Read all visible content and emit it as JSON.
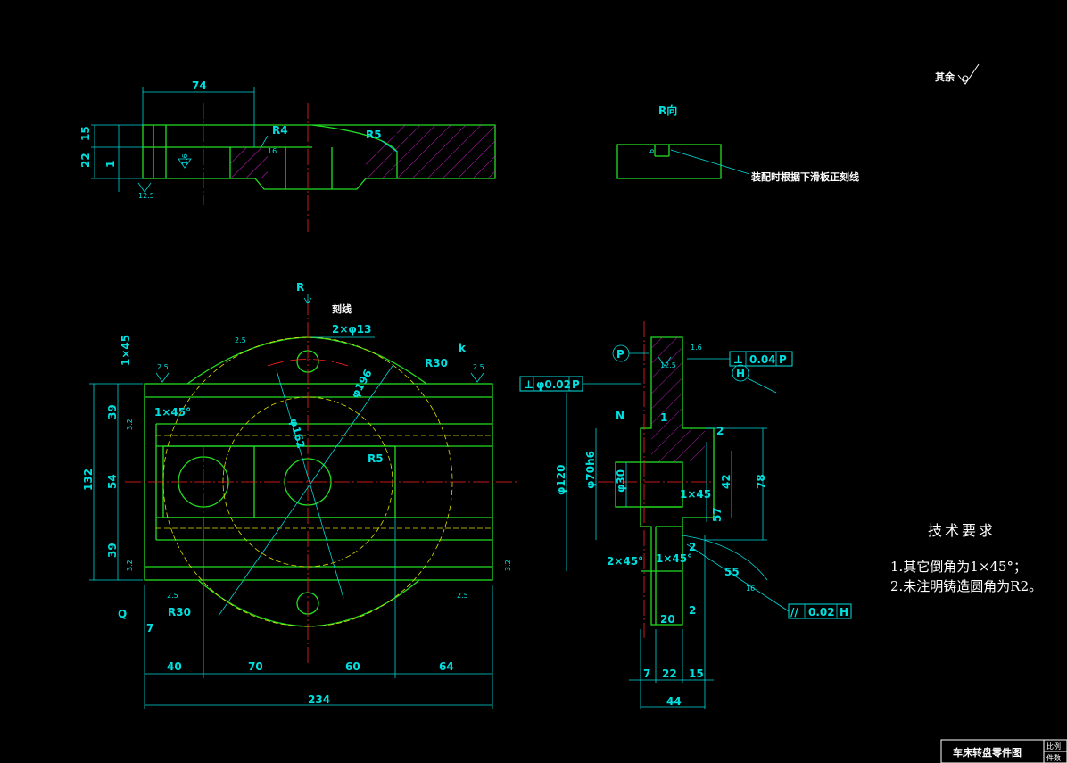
{
  "dims": {
    "top_74": "74",
    "top_15": "15",
    "top_22": "22",
    "top_1": "1",
    "top_r4": "R4",
    "top_r5": "R5",
    "top_ra_125": "12.5",
    "top_ra_16": "1.6",
    "top_small_16": "16",
    "r_view": "R向",
    "r_6": "6",
    "main_r": "R",
    "main_2x13": "2×φ13",
    "main_r30_top": "R30",
    "main_k": "k",
    "main_1x45_a": "1×45",
    "main_1x45_b": "1×45°",
    "main_phi196": "φ196",
    "main_phi162": "φ162",
    "main_r5": "R5",
    "main_132": "132",
    "main_39a": "39",
    "main_54": "54",
    "main_39b": "39",
    "main_q": "Q",
    "main_r30_bot": "R30",
    "main_7": "7",
    "main_40": "40",
    "main_70": "70",
    "main_60": "60",
    "main_64": "64",
    "main_234": "234",
    "ra_25": "2.5",
    "ra_32": "3.2",
    "side_p": "P",
    "side_h": "H",
    "side_n": "N",
    "side_phi120": "φ120",
    "side_phi70": "φ70h6",
    "side_phi30": "φ30",
    "side_2x45": "2×45°",
    "side_1x45a": "1×45",
    "side_1x45b": "1×45°",
    "side_2a": "2",
    "side_2b": "2",
    "side_2c": "2",
    "side_57": "57",
    "side_42": "42",
    "side_78": "78",
    "side_55": "55",
    "side_20": "20",
    "side_7": "7",
    "side_22": "22",
    "side_15": "15",
    "side_44": "44",
    "side_1": "1",
    "side_16": "16",
    "side_ra_125": "12.5",
    "side_ra_16": "1.6"
  },
  "tolerances": {
    "perp_left": {
      "symbol": "⊥",
      "value": "φ0.02",
      "datum": "P"
    },
    "perp_right": {
      "symbol": "⊥",
      "value": "0.04",
      "datum": "P"
    },
    "parallel": {
      "symbol": "//",
      "value": "0.02",
      "datum": "H"
    }
  },
  "notes": {
    "rest_surface": "其余",
    "assembly_note": "装配时根据下滑板正刻线",
    "scribe_line": "刻线"
  },
  "tech_requirements": {
    "title": "技术要求",
    "items": [
      "1.其它倒角为1×45°；",
      "2.未注明铸造圆角为R2。"
    ]
  },
  "title_block": {
    "name": "车床转盘零件图",
    "scale_label": "比例",
    "count_label": "件数"
  }
}
